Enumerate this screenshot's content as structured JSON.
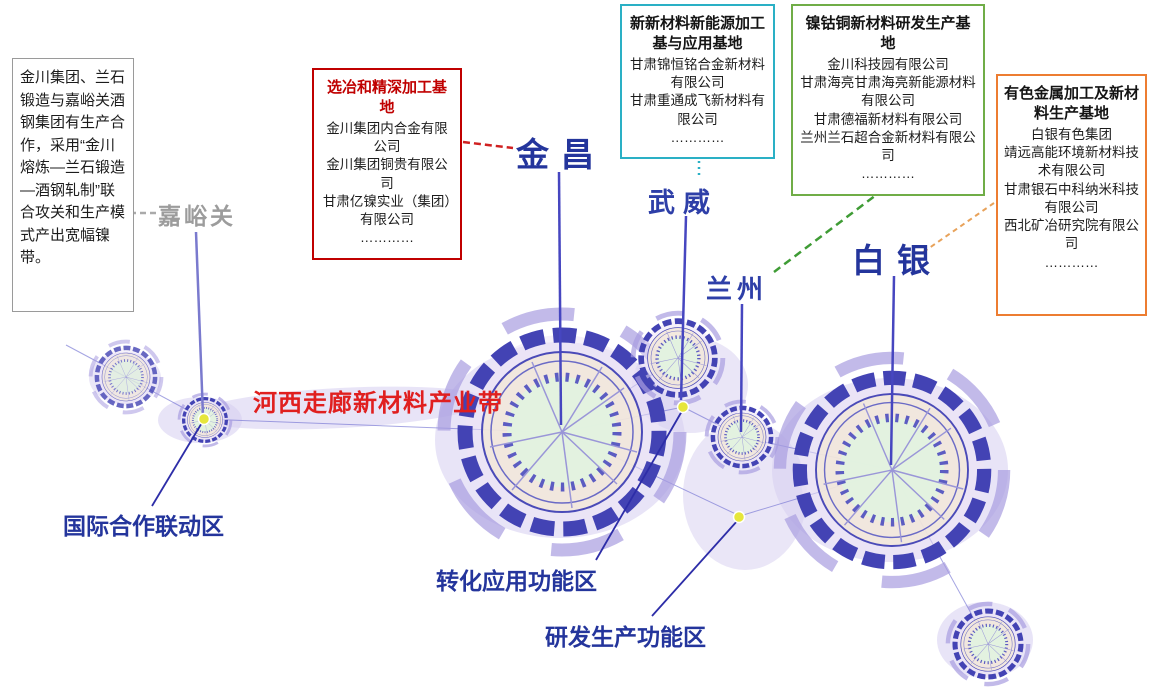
{
  "colors": {
    "city_blue": "#24359c",
    "city_gray": "#9c9c9c",
    "corridor_red": "#e01f1f",
    "zone_blue": "#24359c",
    "box_red_border": "#c00000",
    "box_cyan_border": "#2ab0c5",
    "box_green_border": "#70ad47",
    "box_orange_border": "#ed7d31",
    "hub_blue": "#4343b4",
    "node_yellow": "#e6e63c"
  },
  "note_box": {
    "text": "金川集团、兰石锻造与嘉峪关酒钢集团有生产合作，采用“金川熔炼—兰石锻造—酒钢轧制”联合攻关和生产模式产出宽幅镍带。"
  },
  "boxes": {
    "smelting": {
      "title": "选冶和精深加工基地",
      "companies": [
        "金川集团内合金有限公司",
        "金川集团铜贵有限公司",
        "甘肃亿镍实业（集团）有限公司",
        "…………"
      ]
    },
    "new_energy": {
      "title": "新新材料新能源加工基与应用基地",
      "companies": [
        "甘肃锦恒铭合金新材料有限公司",
        "甘肃重通成飞新材料有限公司",
        "…………"
      ]
    },
    "nickel_cobalt": {
      "title": "镍钴铜新材料研发生产基地",
      "companies": [
        "金川科技园有限公司",
        "甘肃海亮甘肃海亮新能源材料有限公司",
        "甘肃德福新材料有限公司",
        "兰州兰石超合金新材料有限公司",
        "…………"
      ]
    },
    "nonferrous": {
      "title": "有色金属加工及新材料生产基地",
      "companies": [
        "白银有色集团",
        "靖远高能环境新材料技术有限公司",
        "甘肃银石中科纳米科技有限公司",
        "西北矿冶研究院有限公司",
        "…………"
      ]
    }
  },
  "cities": {
    "jiayuguan": "嘉峪关",
    "jinchang": "金昌",
    "wuwei": "武威",
    "lanzhou": "兰州",
    "baiyin": "白银"
  },
  "labels": {
    "corridor": "河西走廊新材料产业带",
    "international": "国际合作联动区",
    "transformation": "转化应用功能区",
    "rnd": "研发生产功能区"
  }
}
